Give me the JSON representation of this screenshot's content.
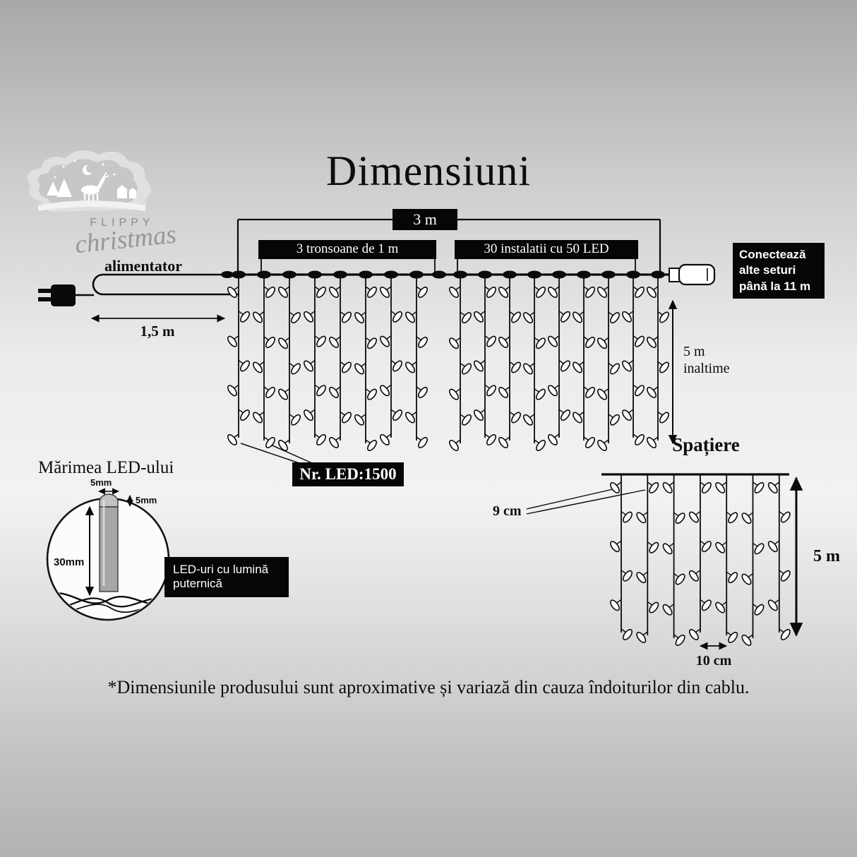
{
  "page": {
    "title": "Dimensiuni",
    "footnote": "*Dimensiunile produsului sunt aproximative și variază din cauza îndoiturilor din cablu."
  },
  "logo": {
    "brand_top": "FLIPPY",
    "brand_script": "christmas"
  },
  "main_diagram": {
    "total_width": "3 m",
    "sections": "3 tronsoane de 1 m",
    "installations": "30 instalatii cu 50 LED",
    "adapter": "alimentator",
    "adapter_cable_length": "1,5 m",
    "height": "5 m\ninaltime",
    "connect_note": "Conectează\nalte seturi\npână la 11 m",
    "led_count": "Nr. LED:1500"
  },
  "spacing_diagram": {
    "title": "Spațiere",
    "top_spacing": "9 cm",
    "bottom_spacing": "10 cm",
    "height": "5 m"
  },
  "led_size": {
    "title": "Mărimea LED-ului",
    "width": "5mm",
    "tip_height": "5mm",
    "body_height": "30mm",
    "note": "LED-uri cu lumină\nputernică"
  },
  "colors": {
    "panel_bg": "#060606",
    "panel_text": "#ffffff",
    "line": "#0a0a0a"
  }
}
